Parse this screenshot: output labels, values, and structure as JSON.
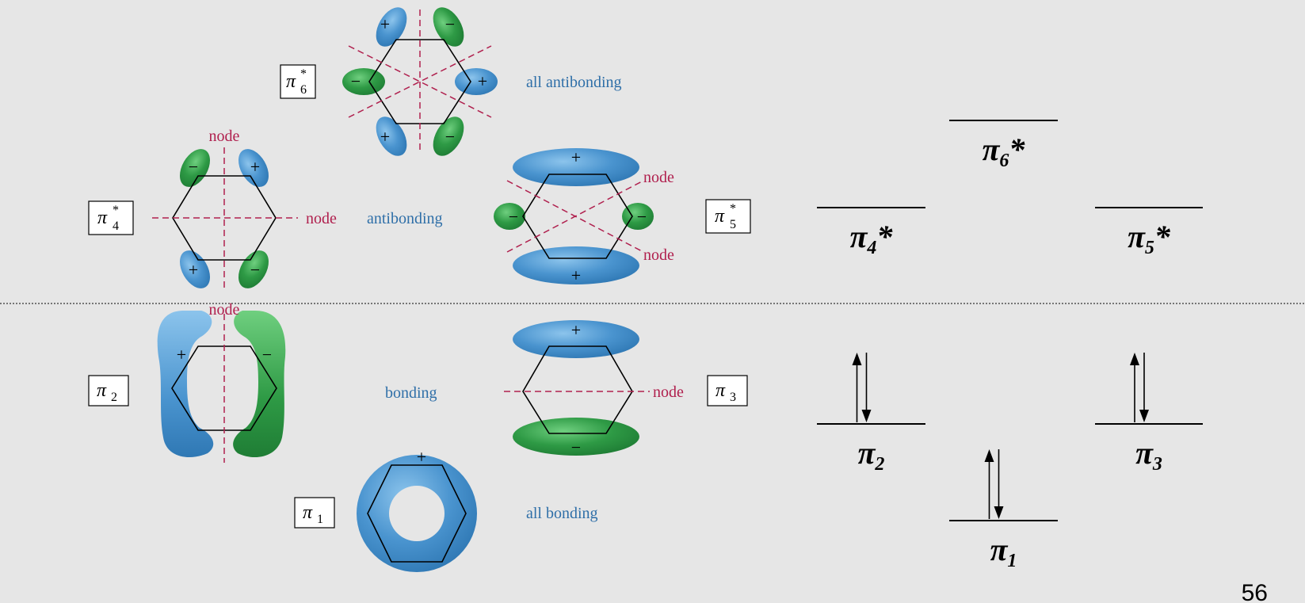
{
  "colors": {
    "background": "#e6e6e6",
    "lobe_blue": "#4a94cf",
    "lobe_blue_dark": "#2f78b4",
    "lobe_green": "#2e9a45",
    "lobe_green_dark": "#1f7d35",
    "node_line": "#b0204e",
    "label_blue": "#2f6fa8",
    "ink": "#000000"
  },
  "orbitals": {
    "pi6": {
      "box_label": "π",
      "sub": "6",
      "sup": "*",
      "description": "all antibonding"
    },
    "pi4": {
      "box_label": "π",
      "sub": "4",
      "sup": "*",
      "node_top": "node",
      "node_right": "node"
    },
    "pi5": {
      "box_label": "π",
      "sub": "5",
      "sup": "*",
      "node_upper": "node",
      "node_lower": "node"
    },
    "antibonding_label": "antibonding",
    "pi2": {
      "box_label": "π",
      "sub": "2",
      "node_top": "node"
    },
    "pi3": {
      "box_label": "π",
      "sub": "3",
      "node_right": "node"
    },
    "bonding_label": "bonding",
    "pi1": {
      "box_label": "π",
      "sub": "1",
      "description": "all bonding"
    }
  },
  "signs": {
    "plus": "+",
    "minus": "−"
  },
  "energy_diagram": {
    "levels": [
      {
        "id": "pi6",
        "symbol": "π",
        "sub": "6",
        "star": "*",
        "electrons": 0
      },
      {
        "id": "pi4",
        "symbol": "π",
        "sub": "4",
        "star": "*",
        "electrons": 0
      },
      {
        "id": "pi5",
        "symbol": "π",
        "sub": "5",
        "star": "*",
        "electrons": 0
      },
      {
        "id": "pi2",
        "symbol": "π",
        "sub": "2",
        "star": "",
        "electrons": 2
      },
      {
        "id": "pi3",
        "symbol": "π",
        "sub": "3",
        "star": "",
        "electrons": 2
      },
      {
        "id": "pi1",
        "symbol": "π",
        "sub": "1",
        "star": "",
        "electrons": 2
      }
    ]
  },
  "page_number": "56"
}
